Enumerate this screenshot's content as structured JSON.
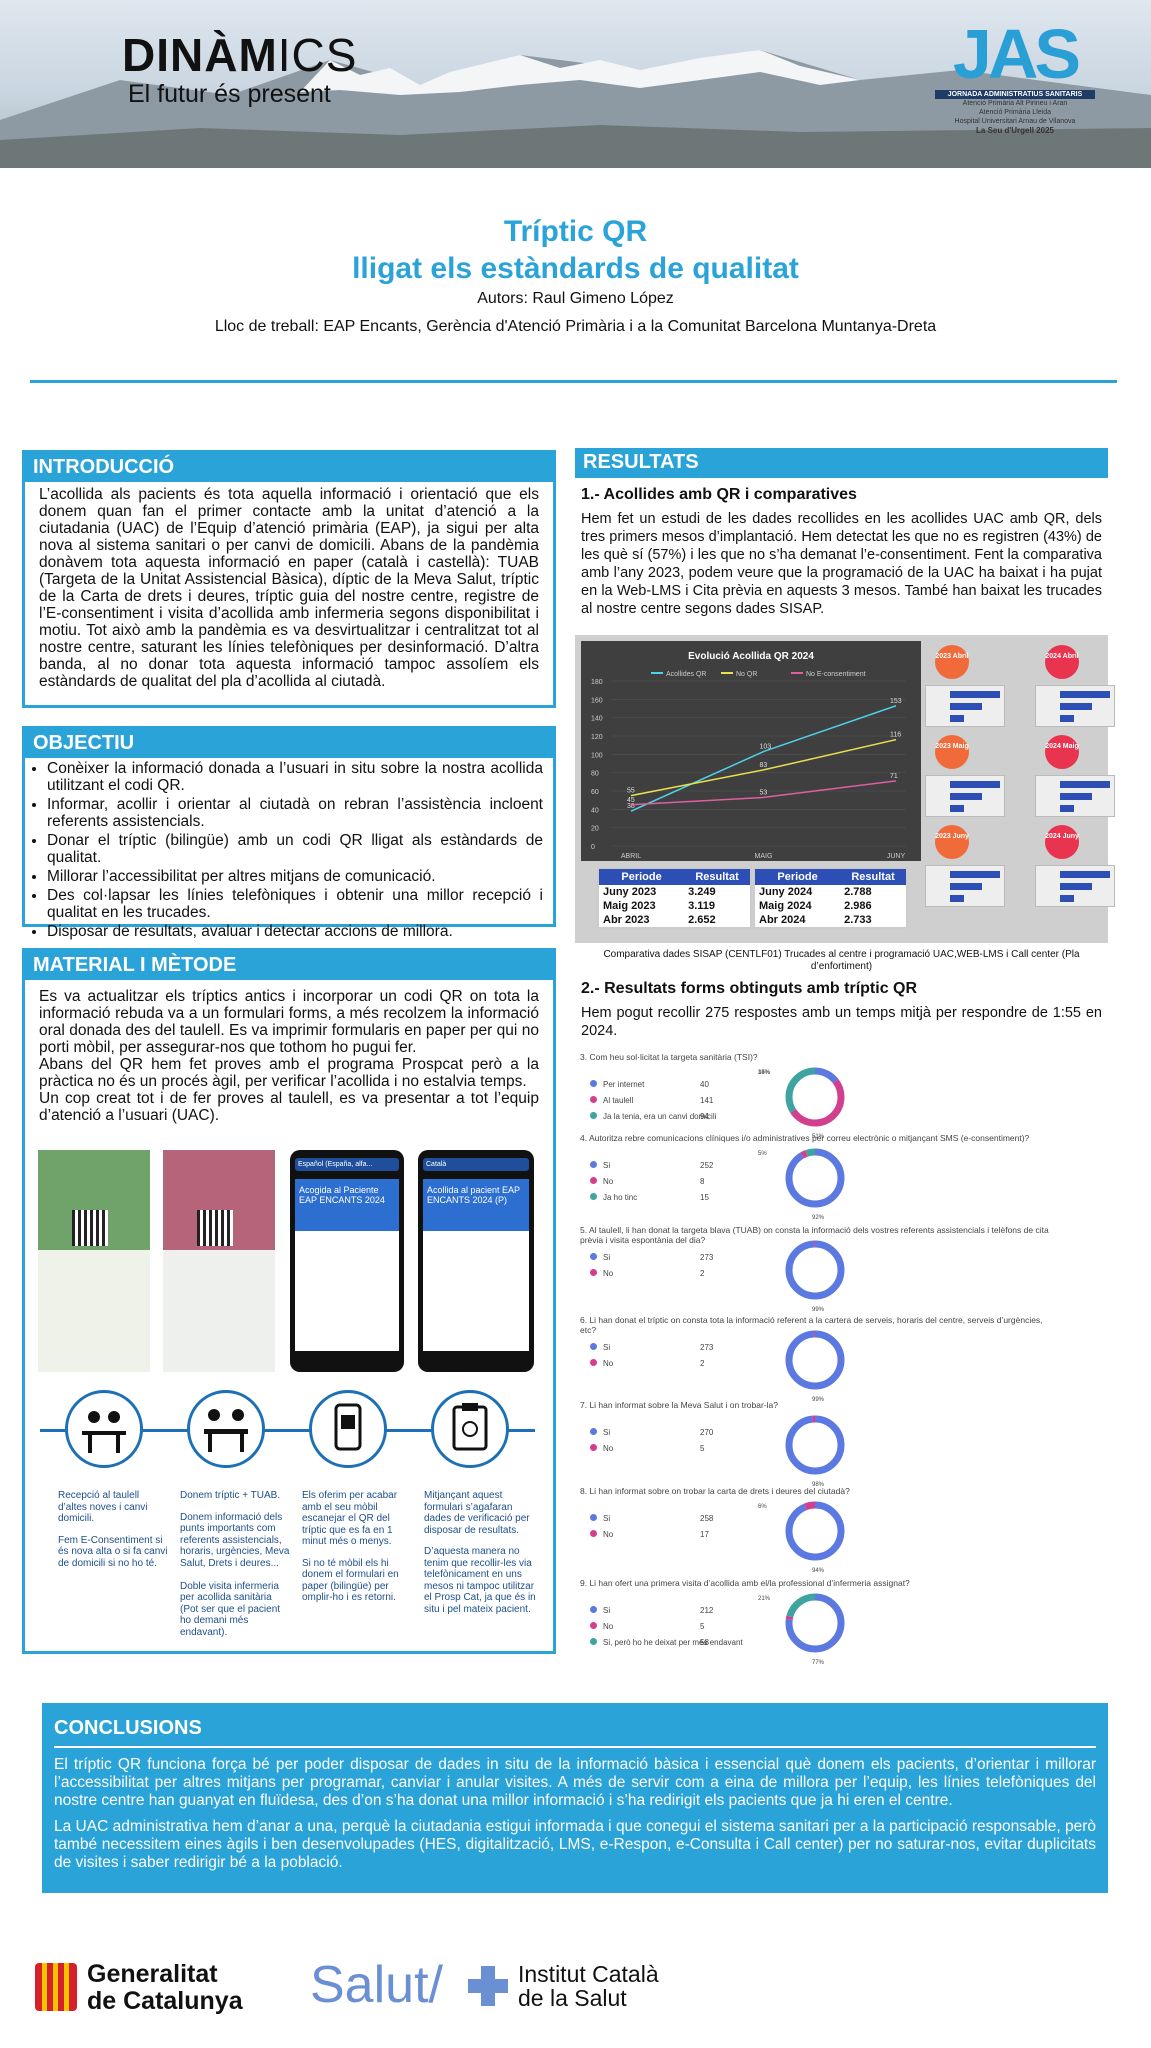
{
  "header": {
    "brand_big_bold": "DINÀM",
    "brand_big_light": "ICS",
    "brand_sub": "El futur és present",
    "jas_logo": "JAS",
    "jas_bar": "JORNADA ADMINISTRATIUS SANITARIS",
    "jas_line1": "Atenció Primària Alt Pirineu i Aran",
    "jas_line2": "Atenció Primària Lleida",
    "jas_line3": "Hospital Universitari Arnau de Vilanova",
    "jas_line4": "La Seu d'Urgell 2025"
  },
  "title": {
    "line1": "Tríptic QR",
    "line2": "lligat els estàndards de qualitat",
    "authors": "Autors: Raul Gimeno López",
    "workplace": "Lloc de treball: EAP Encants, Gerència d'Atenció Primària i a la Comunitat Barcelona Muntanya-Dreta"
  },
  "intro": {
    "heading": "INTRODUCCIÓ",
    "text": "L’acollida als pacients és tota aquella informació i orientació que els donem quan fan el primer contacte amb la unitat d’atenció a la ciutadania (UAC) de l’Equip d’atenció primària (EAP), ja sigui per alta nova al sistema sanitari o per canvi de domicili. Abans de la pandèmia donàvem tota aquesta informació en paper (català i castellà): TUAB (Targeta de la Unitat Assistencial Bàsica), díptic de la Meva Salut, tríptic de la Carta de drets i deures, tríptic guia del nostre centre, registre de l’E-consentiment i visita d’acollida amb infermeria segons disponibilitat i motiu. Tot això amb la pandèmia es va desvirtualitzar i centralitzat tot al nostre centre, saturant les línies telefòniques per desinformació. D’altra banda, al no donar tota aquesta informació tampoc assolíem els estàndards de qualitat del pla d’acollida al ciutadà."
  },
  "objectiu": {
    "heading": "OBJECTIU",
    "items": [
      "Conèixer la informació donada a l’usuari in situ sobre la nostra acollida utilitzant el codi QR.",
      "Informar, acollir i orientar al ciutadà on rebran l’assistència incloent referents assistencials.",
      "Donar el tríptic (bilingüe) amb un codi QR lligat als estàndards de qualitat.",
      "Millorar l’accessibilitat per altres mitjans de comunicació.",
      "Des col·lapsar les línies telefòniques i obtenir una millor recepció i qualitat en les trucades.",
      "Disposar de resultats, avaluar i detectar accions de millora."
    ]
  },
  "metode": {
    "heading": "MATERIAL I MÈTODE",
    "text": "Es va actualitzar els tríptics antics i incorporar un codi QR on tota la informació rebuda va a un formulari forms, a més recolzem la informació oral donada des del taulell. Es va imprimir formularis en paper per qui no porti mòbil, per assegurar-nos que tothom ho pugui fer.\nAbans del QR hem fet proves amb el programa Prospcat però a la pràctica no és un procés àgil, per verificar l’acollida i no estalvia temps.\nUn cop creat tot i de fer proves al taulell, es va presentar a tot l’equip d’atenció a l’usuari (UAC).",
    "phone1_title": "Acogida al Paciente EAP ENCANTS 2024",
    "phone2_title": "Acollida al pacient EAP ENCANTS 2024 (P)",
    "phone1_lang": "Español (España, alfa...",
    "phone2_lang": "Català",
    "steps": [
      {
        "title": "Recepció al taulell d’altes noves i canvi domicili.",
        "body": "Fem E-Consentiment si és nova alta o si fa canvi de domicili si no ho té."
      },
      {
        "title": "Donem tríptic + TUAB.",
        "body": "Donem informació dels punts importants com referents assistencials, horaris, urgències, Meva Salut, Drets i deures...\n\nDoble visita infermeria per acollida sanitària (Pot ser que el pacient ho demani més endavant)."
      },
      {
        "title": "Els oferim per acabar amb el seu mòbil escanejar el QR del tríptic que es fa en 1 minut més o menys.",
        "body": "Si no té mòbil els hi donem el formulari en paper (bilingüe) per omplir-ho i es retorni."
      },
      {
        "title": "Mitjançant aquest formulari s’agafaran dades de verificació per disposar de resultats.",
        "body": "D’aquesta manera no tenim que recollir-les via telefònicament en uns mesos ni tampoc utilitzar el Prosp Cat, ja que és in situ i pel mateix pacient."
      }
    ]
  },
  "results": {
    "heading": "RESULTATS",
    "sub1": "1.- Acollides amb QR i comparatives",
    "p1": "Hem fet un estudi de les dades recollides en les acollides UAC amb QR, dels tres primers mesos d’implantació. Hem detectat les que no es registren (43%) de les què sí (57%) i les que no s’ha demanat l’e-consentiment. Fent la comparativa amb l’any 2023, podem veure que la programació de la UAC ha baixat i ha pujat en la Web-LMS i Cita prèvia en aquests 3 mesos. També han baixat les trucades al nostre centre segons dades SISAP.",
    "caption": "Comparativa dades SISAP (CENTLF01) Trucades al centre i programació UAC,WEB-LMS i Call center (Pla d’enfortiment)",
    "sub2": "2.- Resultats forms obtinguts amb tríptic QR",
    "p2": "Hem pogut recollir 275 respostes amb un temps mitjà per respondre de 1:55 en 2024.",
    "badges": [
      "2023 Abril",
      "2024 Abril",
      "2023 Maig",
      "2024 Maig",
      "2023 Juny",
      "2024 Juny"
    ],
    "table1": {
      "headers": [
        "Periode",
        "Resultat"
      ],
      "rows": [
        [
          "Juny 2023",
          "3.249"
        ],
        [
          "Maig 2023",
          "3.119"
        ],
        [
          "Abr 2023",
          "2.652"
        ]
      ]
    },
    "table2": {
      "headers": [
        "Periode",
        "Resultat"
      ],
      "rows": [
        [
          "Juny 2024",
          "2.788"
        ],
        [
          "Maig 2024",
          "2.986"
        ],
        [
          "Abr 2024",
          "2.733"
        ]
      ]
    }
  },
  "chart_data": {
    "type": "line",
    "title": "Evolució Acollida QR 2024",
    "categories": [
      "ABRIL",
      "MAIG",
      "JUNY"
    ],
    "ylim": [
      0,
      180
    ],
    "yticks": [
      0,
      20,
      40,
      60,
      80,
      100,
      120,
      140,
      160,
      180
    ],
    "series": [
      {
        "name": "Acollides QR",
        "color": "#4fd1e8",
        "values": [
          38,
          103,
          153
        ]
      },
      {
        "name": "No QR",
        "color": "#e8e04f",
        "values": [
          55,
          83,
          116
        ]
      },
      {
        "name": "No E-consentiment",
        "color": "#e05fa0",
        "values": [
          45,
          53,
          71
        ]
      }
    ]
  },
  "forms": [
    {
      "q": "3. Com heu sol·licitat la targeta sanitària (TSI)?",
      "opts": [
        [
          "Per internet",
          "40"
        ],
        [
          "Al taulell",
          "141"
        ],
        [
          "Ja la tenia, era un canvi domicili",
          "94"
        ]
      ],
      "pcts": [
        "15%",
        "34%",
        "51%"
      ],
      "colors": [
        "#5b79e0",
        "#d33f8f",
        "#3fa4a0"
      ]
    },
    {
      "q": "4. Autoritza rebre comunicacions clíniques i/o administratives per correu electrònic o mitjançant SMS (e-consentiment)?",
      "opts": [
        [
          "Si",
          "252"
        ],
        [
          "No",
          "8"
        ],
        [
          "Ja ho tinc",
          "15"
        ]
      ],
      "pcts": [
        "5%",
        "92%"
      ],
      "colors": [
        "#5b79e0",
        "#d33f8f",
        "#3fa4a0"
      ]
    },
    {
      "q": "5. Al taulell, li han donat la targeta blava (TUAB) on consta la informació dels vostres referents assistencials i telèfons de cita prèvia i visita espontània del dia?",
      "opts": [
        [
          "Si",
          "273"
        ],
        [
          "No",
          "2"
        ]
      ],
      "pcts": [
        "99%"
      ],
      "colors": [
        "#5b79e0",
        "#d33f8f"
      ]
    },
    {
      "q": "6. Li han donat el tríptic on consta tota la informació referent a la cartera de serveis, horaris del centre, serveis d’urgències, etc?",
      "opts": [
        [
          "Si",
          "273"
        ],
        [
          "No",
          "2"
        ]
      ],
      "pcts": [
        "99%"
      ],
      "colors": [
        "#5b79e0",
        "#d33f8f"
      ]
    },
    {
      "q": "7. Li han informat sobre la Meva Salut i on trobar-la?",
      "opts": [
        [
          "Si",
          "270"
        ],
        [
          "No",
          "5"
        ]
      ],
      "pcts": [
        "98%"
      ],
      "colors": [
        "#5b79e0",
        "#d33f8f"
      ]
    },
    {
      "q": "8. Li han informat sobre on trobar la carta de drets i deures del ciutadà?",
      "opts": [
        [
          "Si",
          "258"
        ],
        [
          "No",
          "17"
        ]
      ],
      "pcts": [
        "6%",
        "94%"
      ],
      "colors": [
        "#5b79e0",
        "#d33f8f"
      ]
    },
    {
      "q": "9. Li han ofert una primera visita d’acollida amb el/la professional d’infermeria assignat?",
      "opts": [
        [
          "Si",
          "212"
        ],
        [
          "No",
          "5"
        ],
        [
          "Si, però ho he deixat per més endavant",
          "58"
        ]
      ],
      "pcts": [
        "21%",
        "77%"
      ],
      "colors": [
        "#5b79e0",
        "#d33f8f",
        "#3fa4a0"
      ]
    }
  ],
  "conclusions": {
    "heading": "CONCLUSIONS",
    "p1": "El tríptic QR funciona força bé per poder disposar de dades in situ de la informació bàsica i essencial què donem els pacients, d’orientar i millorar l’accessibilitat per altres mitjans per programar, canviar i anular visites. A més de servir com a eina de millora per l’equip, les línies telefòniques del nostre centre han guanyat en fluïdesa, des d’on s’ha donat una millor informació i s’ha redirigit els pacients que ja hi eren el centre.",
    "p2": "La UAC administrativa hem d’anar a una, perquè la ciutadania estigui informada i que conegui el sistema sanitari per a la participació responsable, però també necessitem eines àgils i ben desenvolupades (HES, digitalització, LMS, e-Respon, e-Consulta i Call center) per no saturar-nos, evitar duplicitats de visites i saber redirigir bé a la població."
  },
  "footer": {
    "gen1": "Generalitat",
    "gen2": "de Catalunya",
    "salut": "Salut/",
    "ics1": "Institut Català",
    "ics2": "de la Salut"
  }
}
